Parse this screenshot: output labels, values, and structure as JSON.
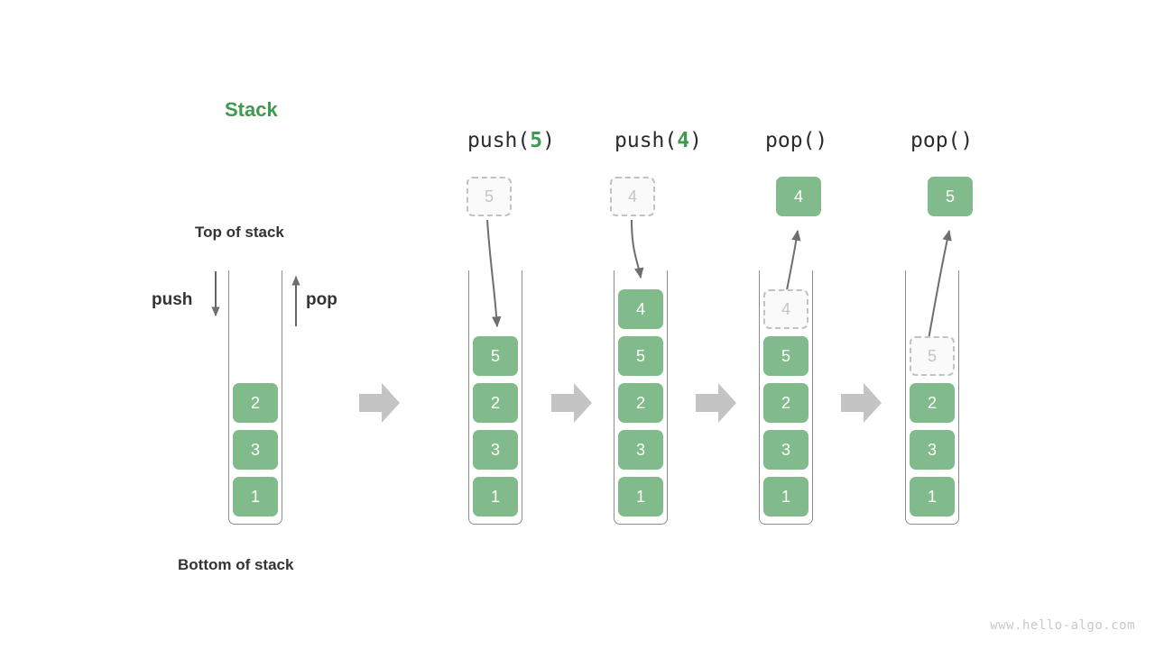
{
  "meta": {
    "title": "Stack",
    "watermark": "www.hello-algo.com",
    "accent_green": "#3f9a4f",
    "cell_green": "#81bb8b",
    "ghost_gray": "#c4c4c4",
    "arrow_gray": "#6e6e6e",
    "transition_arrow_gray": "#c4c4c4",
    "background": "#ffffff"
  },
  "labels": {
    "top_of_stack": "Top of stack",
    "bottom_of_stack": "Bottom of stack",
    "push": "push",
    "pop": "pop"
  },
  "stages": [
    {
      "id": "initial",
      "header": null,
      "header_fn": null,
      "header_arg": null,
      "floating": null,
      "ghost_in_stack": null,
      "cells": [
        "2",
        "3",
        "1"
      ]
    },
    {
      "id": "push-5",
      "header": "push(5)",
      "header_fn_open": "push(",
      "header_arg": "5",
      "header_fn_close": ")",
      "floating": "5",
      "floating_style": "ghost",
      "ghost_in_stack": null,
      "cells": [
        "5",
        "2",
        "3",
        "1"
      ]
    },
    {
      "id": "push-4",
      "header": "push(4)",
      "header_fn_open": "push(",
      "header_arg": "4",
      "header_fn_close": ")",
      "floating": "4",
      "floating_style": "ghost",
      "ghost_in_stack": null,
      "cells": [
        "4",
        "5",
        "2",
        "3",
        "1"
      ]
    },
    {
      "id": "pop-1",
      "header": "pop()",
      "header_fn_open": "pop(",
      "header_arg": "",
      "header_fn_close": ")",
      "floating": "4",
      "floating_style": "solid",
      "ghost_in_stack": "4",
      "cells": [
        "5",
        "2",
        "3",
        "1"
      ]
    },
    {
      "id": "pop-2",
      "header": "pop()",
      "header_fn_open": "pop(",
      "header_arg": "",
      "header_fn_close": ")",
      "floating": "5",
      "floating_style": "solid",
      "ghost_in_stack": "5",
      "cells": [
        "2",
        "3",
        "1"
      ]
    }
  ]
}
